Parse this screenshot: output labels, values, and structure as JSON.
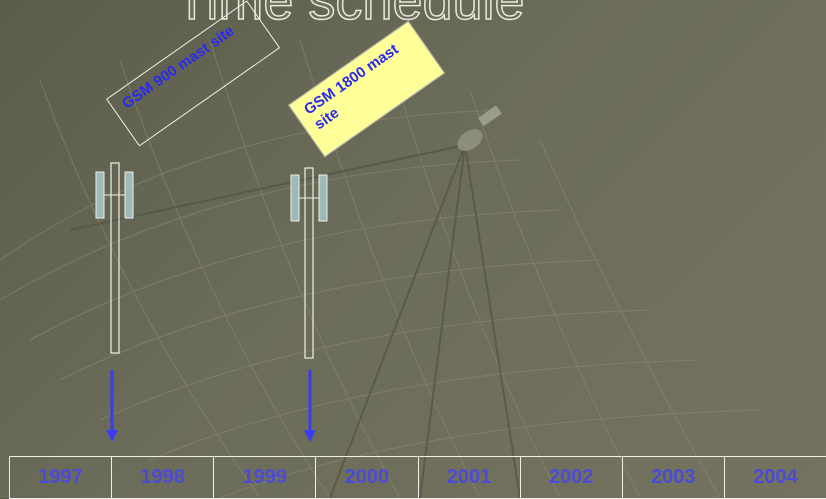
{
  "title": "Time schedule",
  "labels": {
    "gsm900": "GSM 900 mast site",
    "gsm1800": "GSM 1800 mast site"
  },
  "timeline": {
    "years": [
      "1997",
      "1998",
      "1999",
      "2000",
      "2001",
      "2002",
      "2003",
      "2004"
    ]
  },
  "colors": {
    "label_text": "#2a2af0",
    "year_text": "#4b4bd8",
    "arrow": "#3b3bf0",
    "highlight_box": "#ffff99"
  }
}
